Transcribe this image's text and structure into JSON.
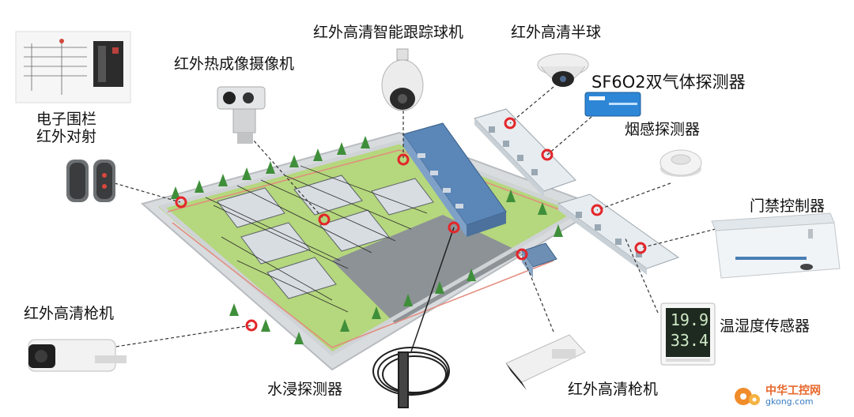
{
  "labels": {
    "fence": "电子围栏\n红外对射",
    "fence_line1": "电子围栏",
    "fence_line2": "红外对射",
    "thermal_camera": "红外热成像摄像机",
    "ptz_camera": "红外高清智能跟踪球机",
    "dome_camera": "红外高清半球",
    "sf6_detector": "SF6O2双气体探测器",
    "smoke_detector": "烟感探测器",
    "access_controller": "门禁控制器",
    "bullet_camera_left": "红外高清枪机",
    "bullet_camera_right": "红外高清枪机",
    "water_detector": "水浸探测器",
    "temp_humidity_sensor": "温湿度传感器"
  },
  "sensor_display": {
    "top": "19.9",
    "bottom": "33.4"
  },
  "watermark": {
    "line1": "中华工控网",
    "line2": "gkong.com"
  },
  "colors": {
    "marker": "#e3262b",
    "grass": "#a8d06b",
    "fence": "#9aa0a6",
    "building_roof": "#5a86b8"
  }
}
